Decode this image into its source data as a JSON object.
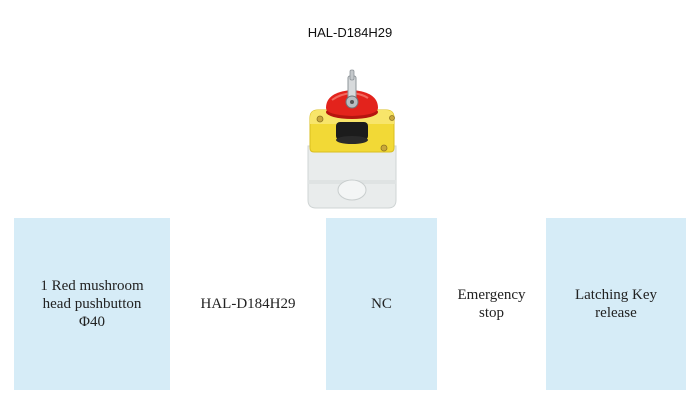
{
  "header": {
    "title": "HAL-D184H29"
  },
  "product_image": {
    "icon": "emergency-stop-button-box"
  },
  "spec_row": [
    {
      "text": "1 Red mushroom\nhead pushbutton\nΦ40"
    },
    {
      "text": "HAL-D184H29"
    },
    {
      "text": "NC"
    },
    {
      "text": "Emergency\nstop"
    },
    {
      "text": "Latching Key\nrelease"
    }
  ],
  "colors": {
    "cell_bg": "#d6ecf7",
    "box_yellow": "#f5dc3a",
    "button_red": "#e3231c"
  }
}
